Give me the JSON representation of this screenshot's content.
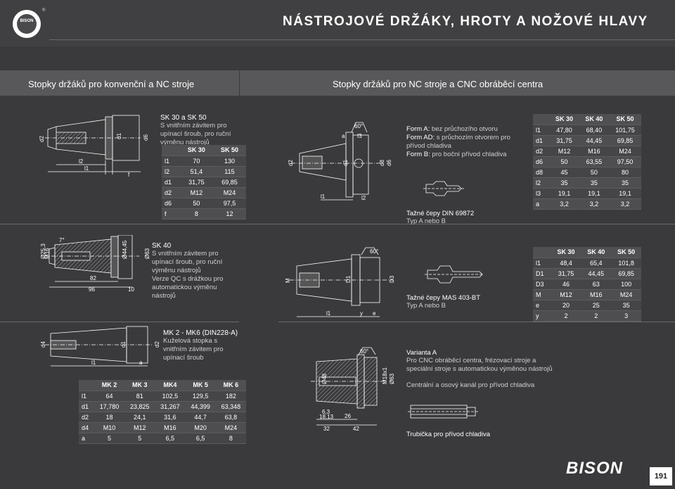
{
  "header": {
    "logo_text": "BISON",
    "logo_reg": "®",
    "title": "NÁSTROJOVÉ DRŽÁKY, HROTY A NOŽOVÉ HLAVY"
  },
  "sections": {
    "left_title": "Stopky držáků pro konvenční a NC stroje",
    "right_title": "Stopky držáků pro NC stroje a CNC obráběcí centra"
  },
  "sk30_50": {
    "title": "SK 30 a SK 50",
    "desc": "S vnitřním závitem pro upínací šroub, pro ruční výměnu nástrojů",
    "drawing_labels": {
      "d2": "d2",
      "l2": "l2",
      "l1": "l1",
      "d1": "d1",
      "f": "f",
      "d6": "d6"
    },
    "table": {
      "headers": [
        "",
        "SK 30",
        "SK 50"
      ],
      "rows": [
        [
          "l1",
          "70",
          "130"
        ],
        [
          "l2",
          "51,4",
          "115"
        ],
        [
          "d1",
          "31,75",
          "69,85"
        ],
        [
          "d2",
          "M12",
          "M24"
        ],
        [
          "d6",
          "50",
          "97,5"
        ],
        [
          "f",
          "8",
          "12"
        ]
      ]
    }
  },
  "sk40": {
    "title": "SK 40",
    "desc": "S vnitřním závitem pro upínací šroub, pro ruční výměnu nástrojů",
    "desc2": "Verze QC s drážkou pro automatickou výměnu nástrojů",
    "drawing_labels": {
      "d1": "Ø25,3",
      "d2": "M16",
      "taper": "Ø44,45",
      "d3": "Ø63",
      "angle": "7°",
      "l1": "82",
      "l2": "96",
      "f": "10"
    }
  },
  "mk": {
    "title": "MK 2 - MK6 (DIN228-A)",
    "desc": "Kuželová stopka s vnitřním závitem pro upínací šroub",
    "drawing_labels": {
      "d4": "d4",
      "d1": "d1",
      "d2": "d2",
      "l1": "l1",
      "a": "a"
    },
    "table": {
      "headers": [
        "",
        "MK 2",
        "MK 3",
        "MK4",
        "MK 5",
        "MK 6"
      ],
      "rows": [
        [
          "l1",
          "64",
          "81",
          "102,5",
          "129,5",
          "182"
        ],
        [
          "d1",
          "17,780",
          "23,825",
          "31,267",
          "44,399",
          "63,348"
        ],
        [
          "d2",
          "18",
          "24,1",
          "31,6",
          "44,7",
          "63,8"
        ],
        [
          "d4",
          "M10",
          "M12",
          "M16",
          "M20",
          "M24"
        ],
        [
          "a",
          "5",
          "5",
          "6,5",
          "6,5",
          "8"
        ]
      ]
    }
  },
  "din69871": {
    "drawing_labels": {
      "a": "a",
      "angle": "60°",
      "f3": "f3",
      "d2": "d2",
      "d1": "d1",
      "d8": "d8",
      "d6": "d6",
      "l1": "l1",
      "l2": "l2"
    },
    "form_a_label": "Form A:",
    "form_a": "bez průchozího otvoru",
    "form_ad_label": "Form AD:",
    "form_ad": "s průchozím otvorem pro přívod chladiva",
    "form_b_label": "Form B:",
    "form_b": "pro boční přívod chladiva",
    "table": {
      "headers": [
        "",
        "SK 30",
        "SK 40",
        "SK 50"
      ],
      "rows": [
        [
          "l1",
          "47,80",
          "68,40",
          "101,75"
        ],
        [
          "d1",
          "31,75",
          "44,45",
          "69,85"
        ],
        [
          "d2",
          "M12",
          "M16",
          "M24"
        ],
        [
          "d6",
          "50",
          "63,55",
          "97,50"
        ],
        [
          "d8",
          "45",
          "50",
          "80"
        ],
        [
          "l2",
          "35",
          "35",
          "35"
        ],
        [
          "l3",
          "19,1",
          "19,1",
          "19,1"
        ],
        [
          "a",
          "3,2",
          "3,2",
          "3,2"
        ]
      ]
    },
    "pull_stud_title": "Tažné čepy DIN 69872",
    "pull_stud_type": "Typ A nebo B"
  },
  "mas403": {
    "drawing_labels": {
      "M": "M",
      "D1": "D1",
      "D3": "D3",
      "angle": "60°",
      "l1": "l1",
      "y": "y",
      "e": "e"
    },
    "pull_stud_title": "Tažné čepy MAS 403-BT",
    "pull_stud_type": "Typ A nebo B",
    "table": {
      "headers": [
        "",
        "SK 30",
        "SK 40",
        "SK 50"
      ],
      "rows": [
        [
          "l1",
          "48,4",
          "65,4",
          "101,8"
        ],
        [
          "D1",
          "31,75",
          "44,45",
          "69,85"
        ],
        [
          "D3",
          "46",
          "63",
          "100"
        ],
        [
          "M",
          "M12",
          "M16",
          "M24"
        ],
        [
          "e",
          "20",
          "25",
          "35"
        ],
        [
          "y",
          "2",
          "2",
          "3"
        ]
      ]
    }
  },
  "variant_a": {
    "drawing_labels": {
      "angle": "60°",
      "d48": "Ø48",
      "thread": "M18x1",
      "d63": "Ø63",
      "l63": "6,3",
      "l1813": "18,13",
      "l26": "26",
      "l32": "32",
      "l42": "42"
    },
    "title": "Varianta A",
    "desc": "Pro CNC obráběcí centra, frézovací stroje a speciální stroje s automatickou výměnou nástrojů",
    "channel": "Centrální a osový kanál pro přívod chladiva",
    "tube_title": "Trubička pro přívod chladiva"
  },
  "footer": {
    "brand": "BISON",
    "page_number": "191"
  }
}
